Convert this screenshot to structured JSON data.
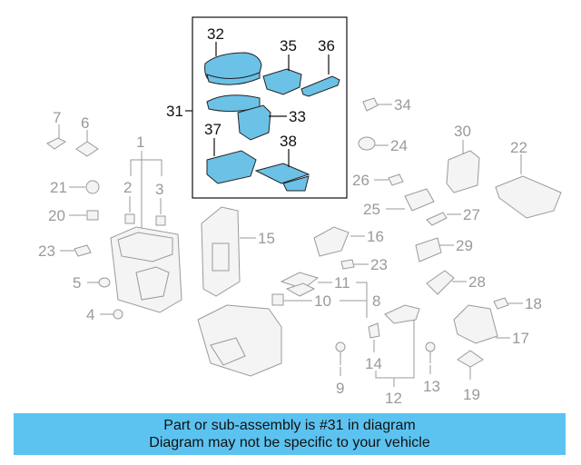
{
  "callouts": {
    "c1": "1",
    "c2": "2",
    "c3": "3",
    "c4": "4",
    "c5": "5",
    "c6": "6",
    "c7": "7",
    "c8": "8",
    "c9": "9",
    "c10": "10",
    "c11": "11",
    "c12": "12",
    "c13": "13",
    "c14": "14",
    "c15": "15",
    "c16": "16",
    "c17": "17",
    "c18": "18",
    "c19": "19",
    "c20": "20",
    "c21": "21",
    "c22": "22",
    "c23a": "23",
    "c23b": "23",
    "c24": "24",
    "c25": "25",
    "c26": "26",
    "c27": "27",
    "c28": "28",
    "c29": "29",
    "c30": "30",
    "c31": "31",
    "c32": "32",
    "c33": "33",
    "c34": "34",
    "c35": "35",
    "c36": "36",
    "c37": "37",
    "c38": "38"
  },
  "highlight_color": "#6cc1e6",
  "caption": {
    "line1": "Part or sub-assembly is #31 in diagram",
    "line2": "Diagram may not be specific to your vehicle",
    "background": "#5cc3f0"
  }
}
